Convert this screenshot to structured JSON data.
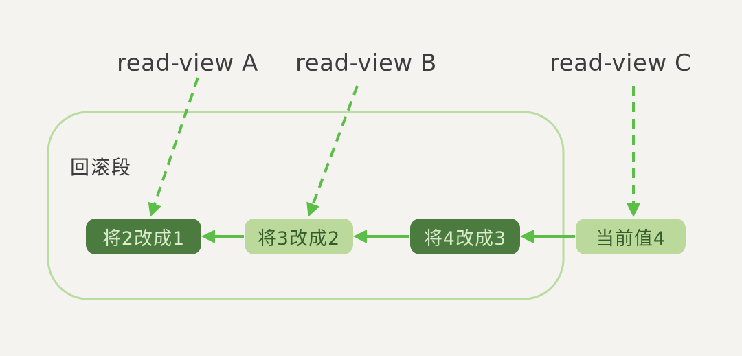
{
  "view_labels": {
    "a": "read-view A",
    "b": "read-view B",
    "c": "read-view C"
  },
  "rollback_segment_label": "回滚段",
  "nodes": [
    {
      "label": "将2改成1",
      "style": "dark"
    },
    {
      "label": "将3改成2",
      "style": "light"
    },
    {
      "label": "将4改成3",
      "style": "dark"
    },
    {
      "label": "当前值4",
      "style": "light"
    }
  ],
  "colors": {
    "background": "#f4f3ef",
    "dark_node": "#4b7b3f",
    "light_node": "#bcd99c",
    "arrow": "#5bbf47",
    "segment_outline": "#b9dca1"
  }
}
